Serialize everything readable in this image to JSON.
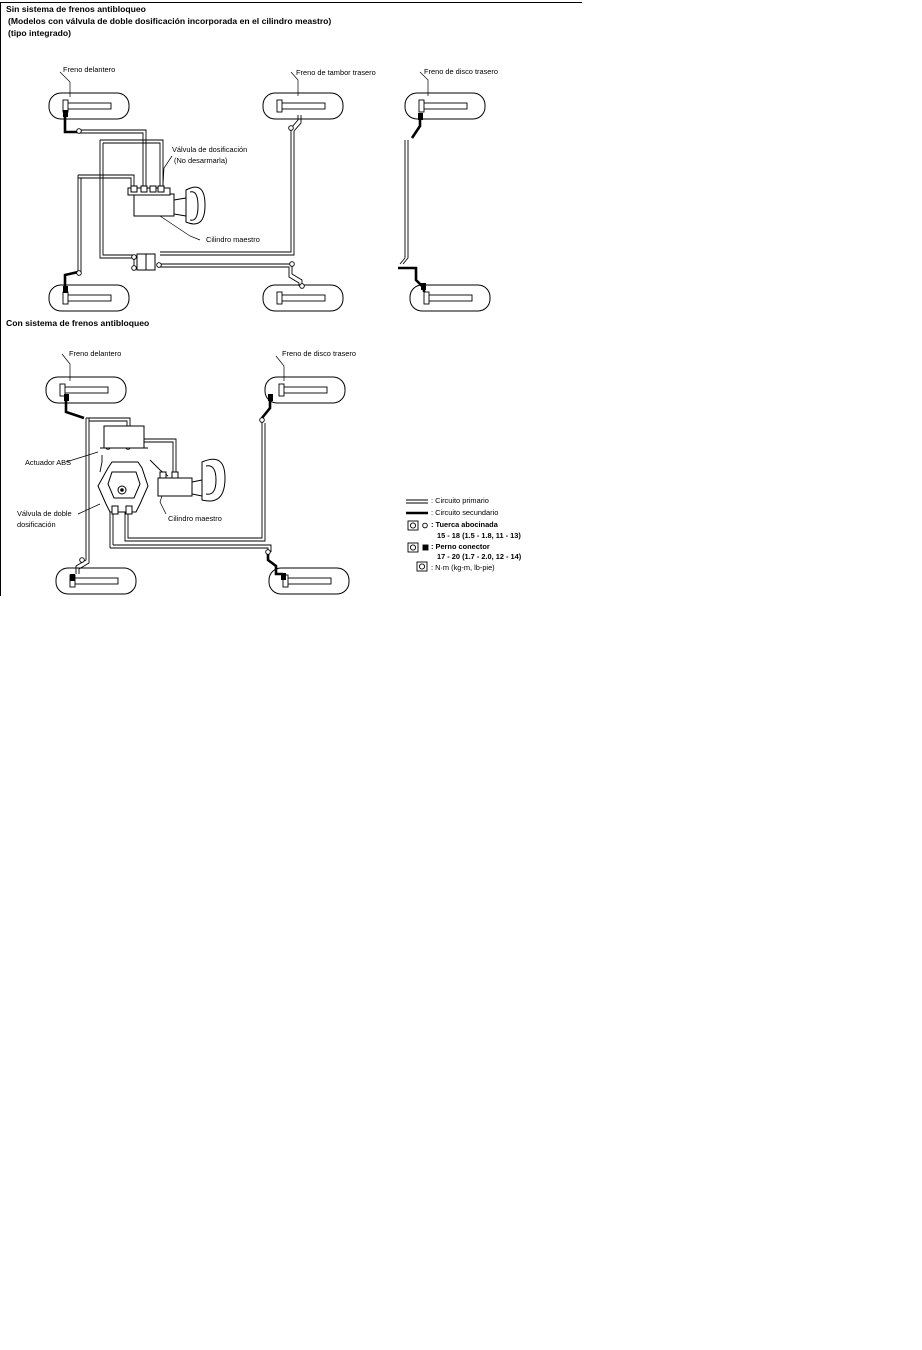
{
  "headers": {
    "sin_abs_title": "Sin sistema de frenos antibloqueo",
    "sin_abs_subtitle_1": "(Modelos con válvula de doble dosificación incorporada en el cilindro meastro)",
    "sin_abs_subtitle_2": "(tipo integrado)",
    "con_abs_title": "Con sistema de frenos antibloqueo"
  },
  "top_diagram": {
    "freno_delantero": "Freno delantero",
    "freno_tambor_trasero": "Freno de tambor trasero",
    "freno_disco_trasero": "Freno de disco trasero",
    "valvula_dosificacion": "Válvula de dosificación",
    "no_desarmarla": "(No desarmarla)",
    "cilindro_maestro": "Cilindro maestro"
  },
  "bottom_diagram": {
    "freno_delantero": "Freno delantero",
    "freno_disco_trasero": "Freno de disco trasero",
    "actuador_abs": "Actuador ABS",
    "valvula_doble_1": "Válvula de doble",
    "valvula_doble_2": "dosificación",
    "cilindro_maestro": "Cilindro maestro"
  },
  "legend": {
    "circuito_primario": ": Circuito primario",
    "circuito_secundario": ": Circuito secundario",
    "tuerca_abocinada": ": Tuerca abocinada",
    "tuerca_torque": "15 - 18 (1.5 - 1.8, 11 - 13)",
    "perno_conector": ": Perno conector",
    "perno_torque": "17 - 20 (1.7 - 2.0, 12 - 14)",
    "unidades": ": N·m (kg-m, lb-pie)"
  }
}
